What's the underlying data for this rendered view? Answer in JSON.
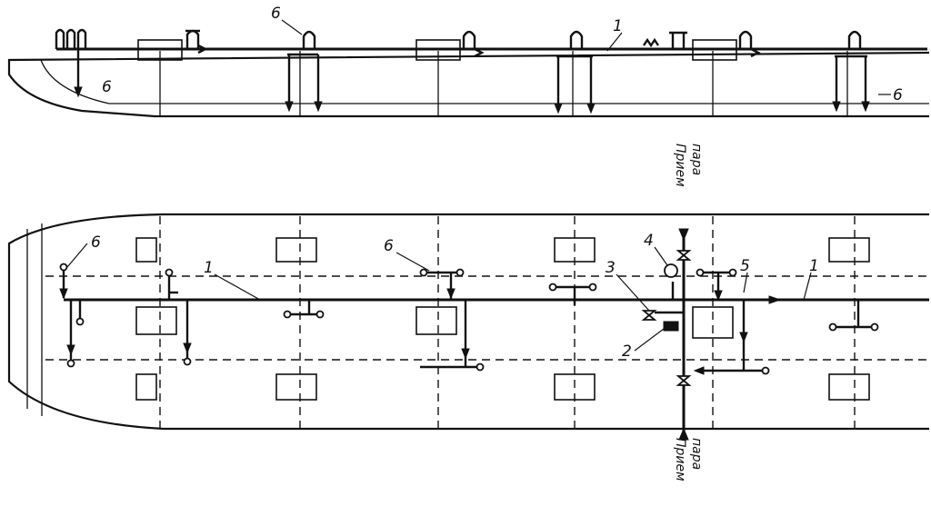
{
  "labels": {
    "pipe_main": "1",
    "reducer": "2",
    "valve": "3",
    "gauge": "4",
    "branch_valve": "5",
    "branch_pipe": "6"
  },
  "steam_intake": {
    "word1": "Прием",
    "word2": "пара"
  },
  "colors": {
    "ink": "#111111",
    "paper": "#ffffff"
  }
}
